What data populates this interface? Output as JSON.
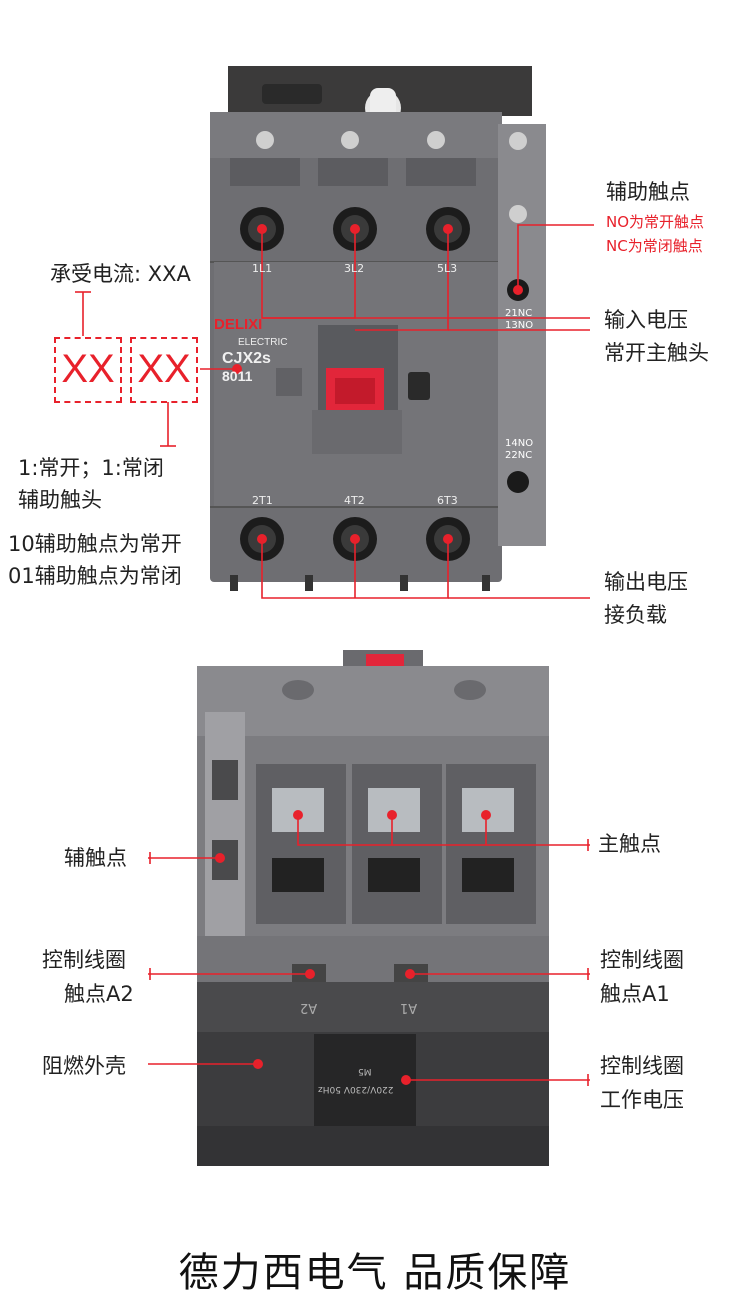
{
  "colors": {
    "accent": "#e8212b",
    "body_gray": "#6f6f73",
    "dark_base": "#3c3c3e"
  },
  "top_product": {
    "brand": "DELIXI",
    "brand_sub": "ELECTRIC",
    "model": "CJX2s",
    "model_num": "8011",
    "terminals_top": [
      "1L1",
      "3L2",
      "5L3"
    ],
    "terminals_bottom": [
      "2T1",
      "4T2",
      "6T3"
    ],
    "aux_top": [
      "21NC",
      "13NO"
    ],
    "aux_bottom": [
      "14NO",
      "22NC"
    ]
  },
  "left_annotations": {
    "current_label": "承受电流: XXA",
    "box1": "XX",
    "box2": "XX",
    "ratio_line1": "1:常开；1:常闭",
    "ratio_line2": "辅助触头",
    "code_line1": "10辅助触点为常开",
    "code_line2": "01辅助触点为常闭"
  },
  "right_annotations": {
    "aux_title": "辅助触点",
    "aux_no": "NO为常开触点",
    "aux_nc": "NC为常闭触点",
    "input_line1": "输入电压",
    "input_line2": "常开主触头",
    "output_line1": "输出电压",
    "output_line2": "接负载"
  },
  "bottom_product": {
    "coil_left_mark": "A2",
    "coil_right_mark": "A1",
    "coil_spec_line1": "220V/230V 50Hz",
    "coil_spec_line2": "M5"
  },
  "bottom_annotations": {
    "aux_contact": "辅触点",
    "main_contact": "主触点",
    "coil_a2_line1": "控制线圈",
    "coil_a2_line2": "触点A2",
    "coil_a1_line1": "控制线圈",
    "coil_a1_line2": "触点A1",
    "housing": "阻燃外壳",
    "coil_v_line1": "控制线圈",
    "coil_v_line2": "工作电压"
  },
  "footer": "德力西电气 品质保障"
}
